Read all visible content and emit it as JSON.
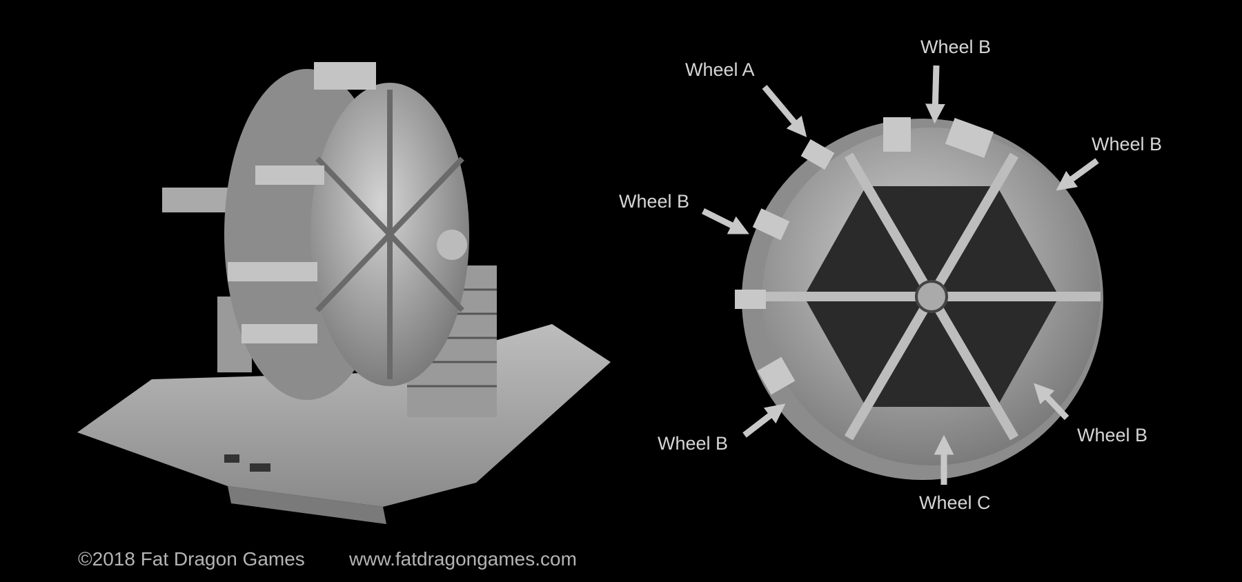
{
  "labels": {
    "wheel_a": "Wheel A",
    "wheel_b_top": "Wheel B",
    "wheel_b_right": "Wheel B",
    "wheel_b_left": "Wheel B",
    "wheel_b_bottom_left": "Wheel B",
    "wheel_b_bottom_right": "Wheel B",
    "wheel_c": "Wheel C"
  },
  "footer": {
    "copyright": "©2018 Fat Dragon Games",
    "website": "www.fatdragongames.com"
  },
  "colors": {
    "background": "#000000",
    "model": "#b8b8b8",
    "label": "#d6d6d6",
    "arrow": "#c8c8c8"
  }
}
